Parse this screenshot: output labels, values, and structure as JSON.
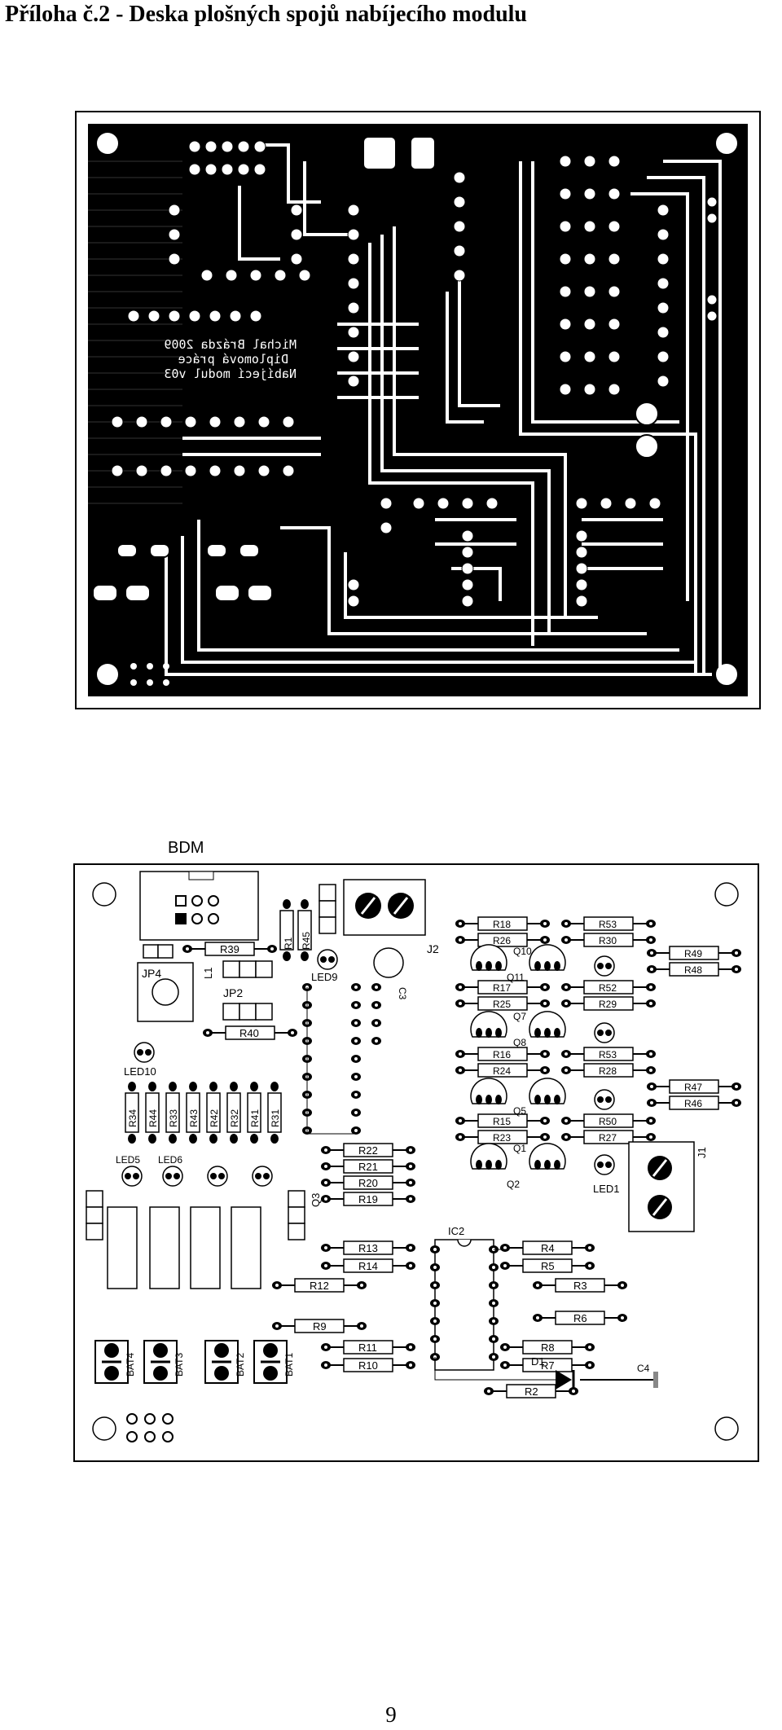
{
  "page": {
    "heading": "Příloha č.2 - Deska plošných spojů nabíjecího modulu",
    "page_number": "9"
  },
  "copper_board": {
    "signature_lines": [
      "Michal Brázda 2009",
      "Diplomová práce",
      "Nabíjecí modul v03"
    ]
  },
  "silkscreen_board": {
    "connector_label": "BDM",
    "component_labels": {
      "R18": "R18",
      "R53": "R53",
      "R26": "R26",
      "R30": "R30",
      "R49": "R49",
      "R48": "R48",
      "R17": "R17",
      "R52": "R52",
      "R25": "R25",
      "R29": "R29",
      "R16": "R16",
      "R53b": "R53",
      "R24": "R24",
      "R28": "R28",
      "R47": "R47",
      "R46": "R46",
      "R15": "R15",
      "R50": "R50",
      "R23": "R23",
      "R27": "R27",
      "R22": "R22",
      "R21": "R21",
      "R20": "R20",
      "R19": "R19",
      "R13": "R13",
      "R14": "R14",
      "R12": "R12",
      "R9": "R9",
      "R11": "R11",
      "R10": "R10",
      "R4": "R4",
      "R5": "R5",
      "R3": "R3",
      "R6": "R6",
      "R8": "R8",
      "R7": "R7",
      "R2": "R2",
      "R40": "R40",
      "R39": "R39",
      "R1": "R1",
      "R45": "R45",
      "R34": "R34",
      "R44": "R44",
      "R33": "R33",
      "R43": "R43",
      "R42": "R42",
      "R32": "R32",
      "R41": "R41",
      "R31": "R31",
      "JP4": "JP4",
      "JP2": "JP2",
      "L1": "L1",
      "J2": "J2",
      "J1": "J1",
      "C3": "C3",
      "C4": "C4",
      "IC2": "IC2",
      "D1": "D1",
      "LED9": "LED9",
      "LED1": "LED1",
      "LED10": "LED10",
      "LED5": "LED5",
      "LED6": "LED6",
      "Q3": "Q3",
      "Q2": "Q2",
      "Q1": "Q1",
      "Q8": "Q8",
      "Q5": "Q5",
      "Q7": "Q7",
      "Q10": "Q10",
      "Q11": "Q11",
      "BAT4": "BAT4",
      "BAT3": "BAT3",
      "BAT2": "BAT2",
      "BAT1": "BAT1"
    }
  }
}
